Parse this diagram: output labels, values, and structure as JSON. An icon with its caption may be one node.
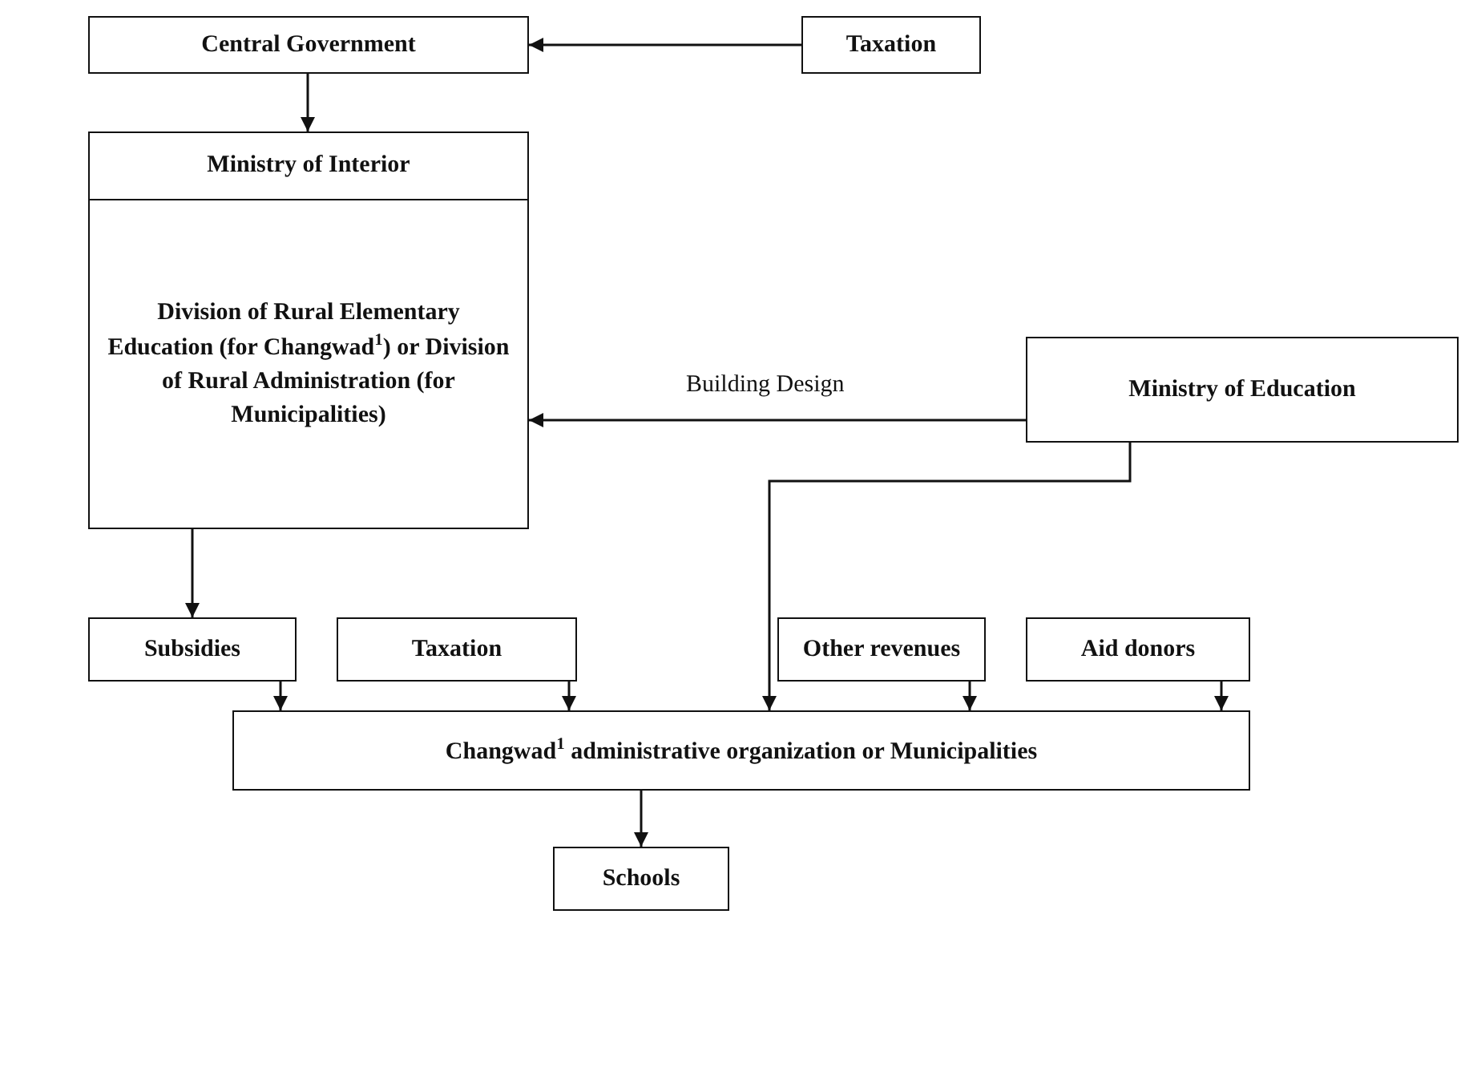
{
  "diagram": {
    "nodes": [
      {
        "text": [
          "Central Government"
        ]
      },
      {
        "text": [
          "Taxation"
        ]
      },
      {
        "text": [
          "Ministry of Interior",
          "Division of Rural Elementary Education (for Changwad$^{1}$) or Division of Rural Administration (for Municipalities)"
        ]
      },
      {
        "text": [
          "Ministry of Education"
        ]
      },
      {
        "text": [
          "Subsidies"
        ]
      },
      {
        "text": [
          "Taxation"
        ]
      },
      {
        "text": [
          "Other revenues"
        ]
      },
      {
        "text": [
          "Aid donors"
        ]
      },
      {
        "text": [
          "Changwad$^{1}$ administrative organization or Municipalities"
        ]
      },
      {
        "text": [
          "Schools"
        ]
      }
    ],
    "edges": [
      {
        "from": 1,
        "to": 0,
        "arrow": "to"
      },
      {
        "from": 0,
        "to": 2,
        "arrow": "to"
      },
      {
        "from": 3,
        "to": 2,
        "arrow": "to",
        "label": "Building Design"
      },
      {
        "from": 2,
        "to": 4,
        "arrow": "to"
      },
      {
        "from": 3,
        "to": 8,
        "arrow": "to"
      },
      {
        "from": 4,
        "to": 8,
        "arrow": "to"
      },
      {
        "from": 5,
        "to": 8,
        "arrow": "to"
      },
      {
        "from": 6,
        "to": 8,
        "arrow": "to"
      },
      {
        "from": 7,
        "to": 8,
        "arrow": "to"
      },
      {
        "from": 8,
        "to": 9,
        "arrow": "to"
      }
    ]
  }
}
